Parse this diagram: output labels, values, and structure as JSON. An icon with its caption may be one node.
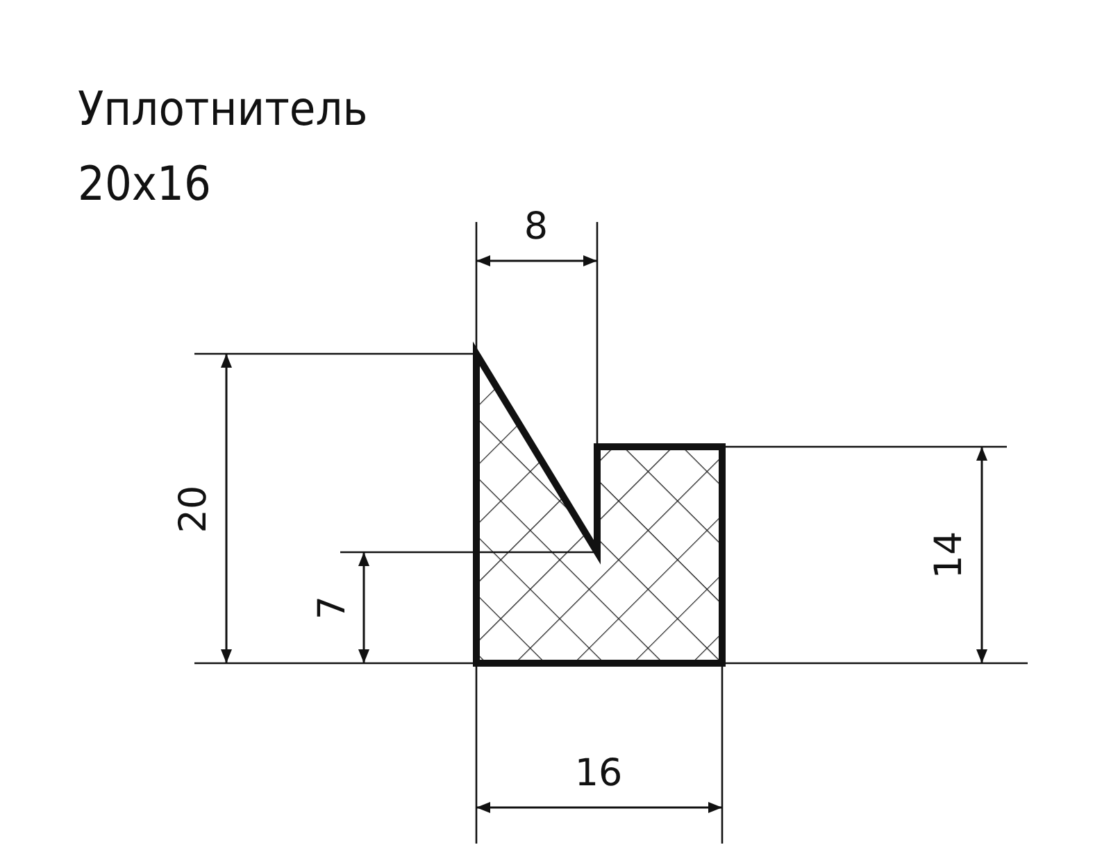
{
  "diagram": {
    "title": "Уплотнитель 20x16",
    "labels": [
      "8",
      "20",
      "7",
      "14",
      "16"
    ]
  }
}
